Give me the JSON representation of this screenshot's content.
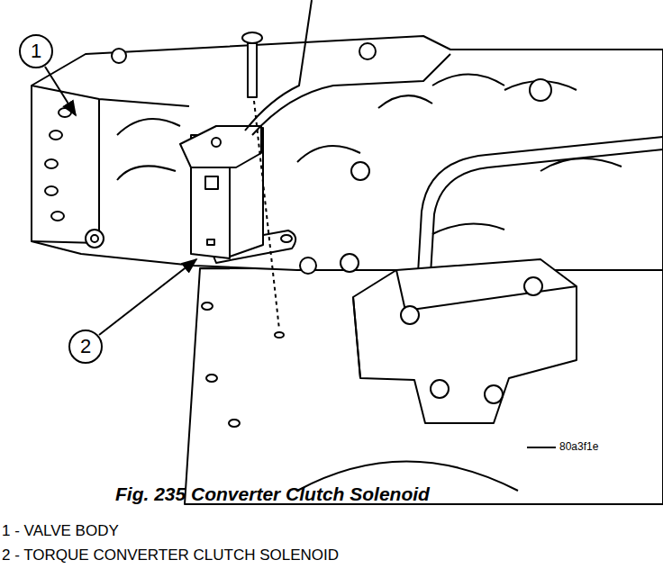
{
  "diagram": {
    "caption": "Fig. 235 Converter Clutch Solenoid",
    "nodes": [
      {
        "text": [
          "1"
        ]
      },
      {
        "text": [
          "2"
        ]
      }
    ],
    "labels": [
      "80a3f1e",
      "1 - VALVE BODY",
      "2 - TORQUE CONVERTER CLUTCH SOLENOID"
    ]
  }
}
